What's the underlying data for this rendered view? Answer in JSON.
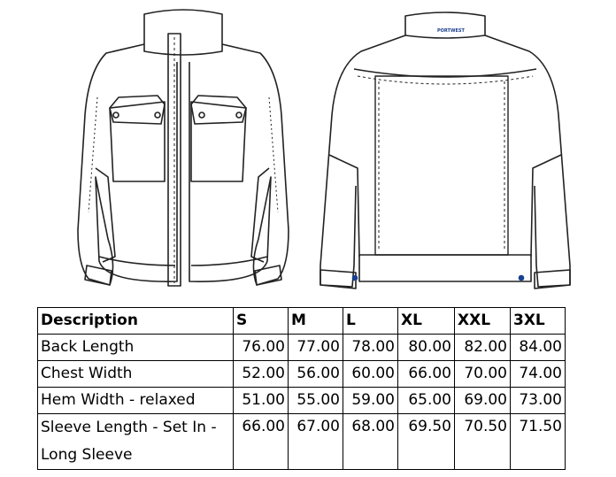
{
  "brand_logo_text": "PORTWEST",
  "table": {
    "headers": [
      "Description",
      "S",
      "M",
      "L",
      "XL",
      "XXL",
      "3XL"
    ],
    "rows": [
      {
        "description": "Back Length",
        "values": [
          "76.00",
          "77.00",
          "78.00",
          "80.00",
          "82.00",
          "84.00"
        ]
      },
      {
        "description": "Chest Width",
        "values": [
          "52.00",
          "56.00",
          "60.00",
          "66.00",
          "70.00",
          "74.00"
        ]
      },
      {
        "description": "Hem Width - relaxed",
        "values": [
          "51.00",
          "55.00",
          "59.00",
          "65.00",
          "69.00",
          "73.00"
        ]
      },
      {
        "description": "Sleeve Length - Set In -\nLong Sleeve",
        "values": [
          "66.00",
          "67.00",
          "68.00",
          "69.50",
          "70.50",
          "71.50"
        ]
      }
    ]
  }
}
